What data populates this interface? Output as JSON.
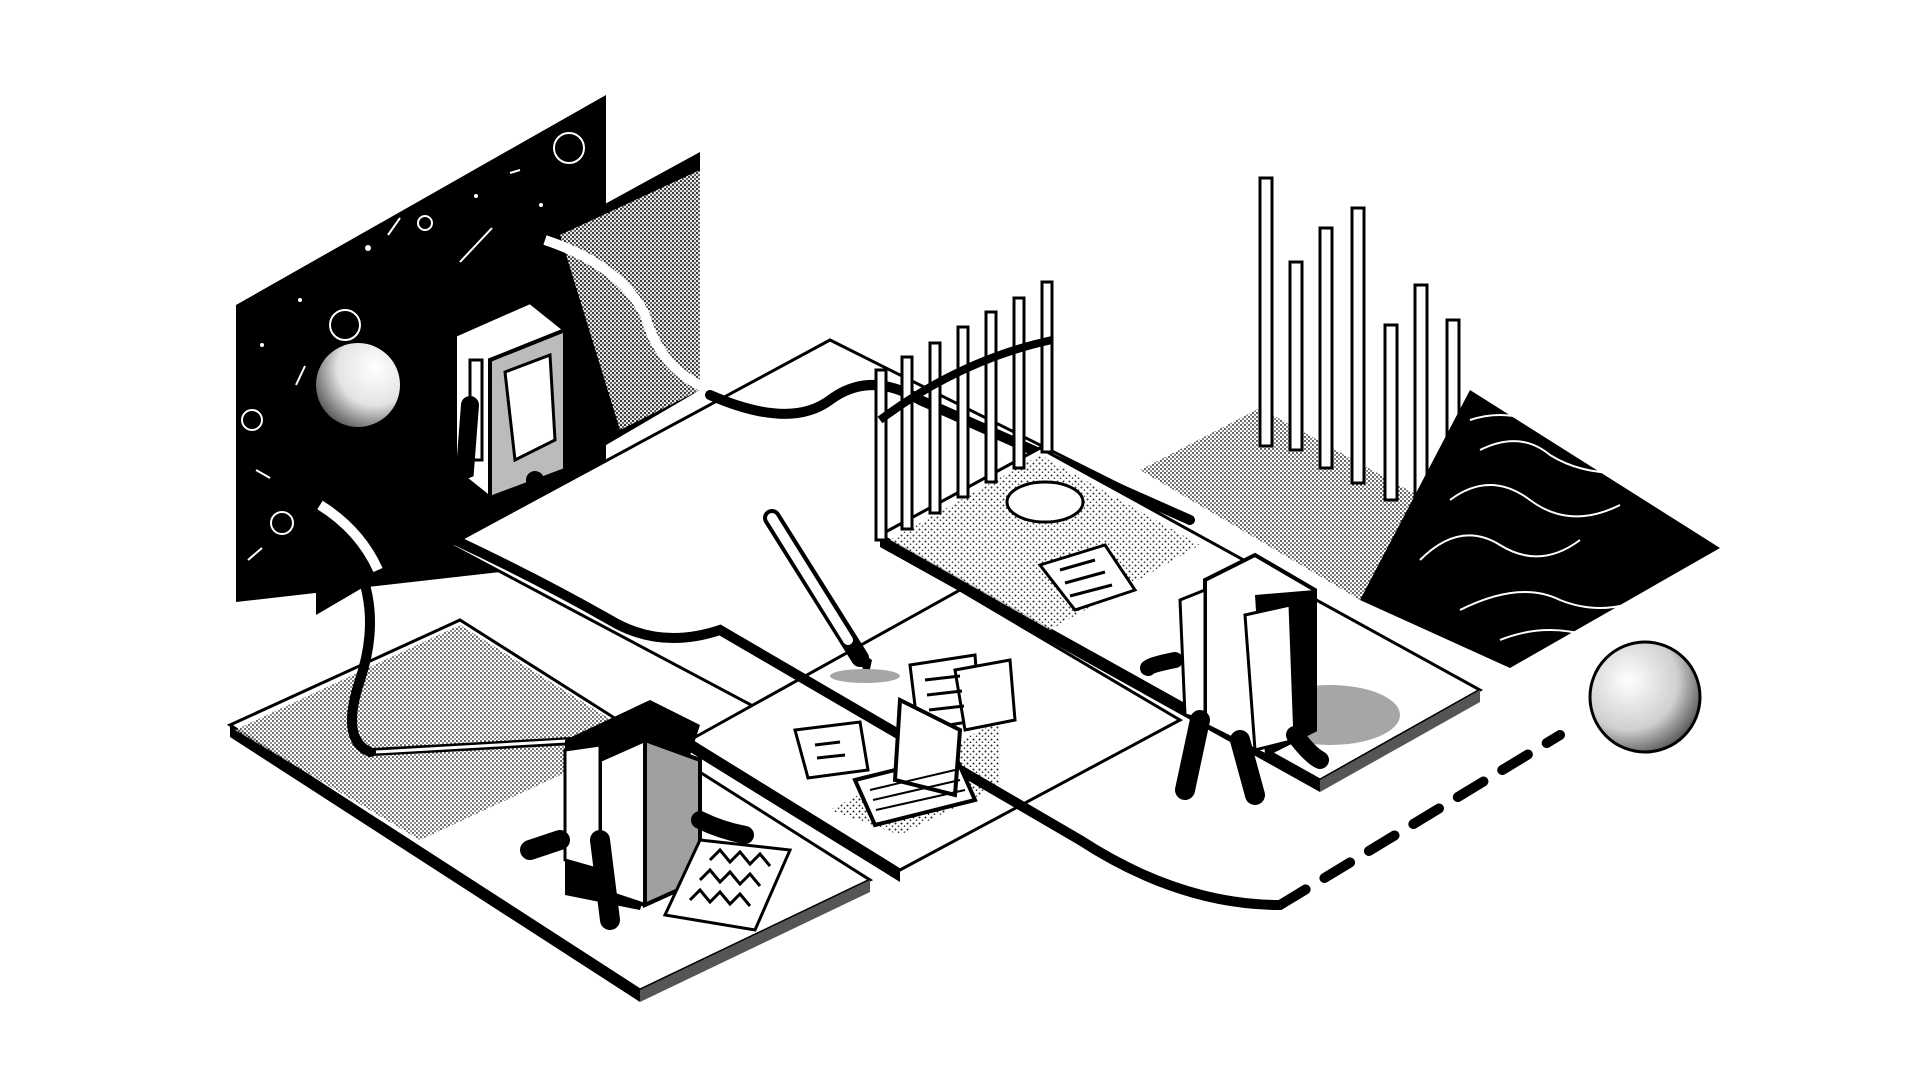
{
  "scene": {
    "style": "black-and-white isometric illustration",
    "background_color": "#ffffff",
    "ink_color": "#000000",
    "mid_gray": "#a6a6a6",
    "light_gray": "#d9d9d9",
    "characters": [
      "box-figure-in-portal",
      "box-figure-at-desk",
      "box-figure-on-path",
      "box-figure-with-papers"
    ],
    "objects": [
      "starfield-panel",
      "portal-panel",
      "bar-cage",
      "bar-chart-columns",
      "topographic-tile",
      "fountain-pen",
      "laptop",
      "paper-sheets",
      "scalpel-pen",
      "zigzag-paper",
      "sphere",
      "dashed-path",
      "winding-path"
    ]
  }
}
